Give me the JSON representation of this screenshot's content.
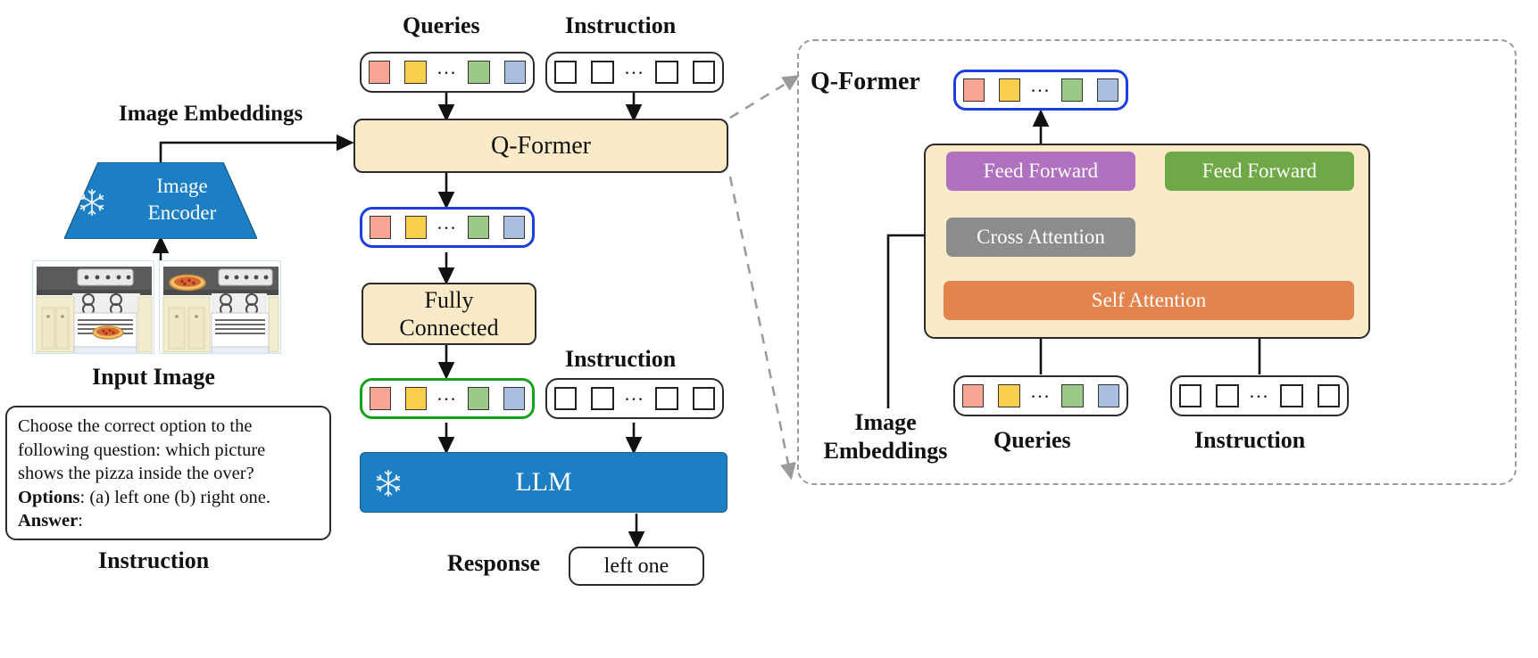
{
  "diagram": {
    "title": "InstructBLIP-style vision-language architecture",
    "colors": {
      "token_red": "#f7a693",
      "token_yellow": "#f8ce4e",
      "token_green": "#9cc888",
      "token_blue": "#a8bfdf",
      "panel_cream": "#fbeac7",
      "llm_blue": "#1c7fc4",
      "encoder_blue": "#1c7fc4",
      "feed_forward_purple": "#b072c0",
      "cross_attention_gray": "#8c8c8c",
      "self_attention_orange": "#e3844f",
      "feed_forward_green": "#6fa846",
      "highlight_blue_border": "#1c3fe0",
      "highlight_green_border": "#16a21a",
      "callout_dash": "#9a9a9a"
    },
    "left_column": {
      "image_embeddings_label": "Image Embeddings",
      "encoder_label_line1": "Image",
      "encoder_label_line2": "Encoder",
      "encoder_frozen_icon": "snowflake-icon",
      "input_image_label": "Input Image",
      "thumbnails": [
        {
          "name": "stove-with-pizza-inside-oven",
          "alt": "kitchen stove with pizza on rack inside the oven"
        },
        {
          "name": "stove-with-pizza-on-top",
          "alt": "kitchen stove with pizza on the cooktop surface"
        }
      ],
      "instruction_label": "Instruction",
      "instruction_text": {
        "line1": "Choose the correct option to the",
        "line2": "following question: which picture",
        "line3": "shows the pizza inside the over?",
        "options_key": "Options",
        "options_value": ": (a) left one (b) right one.",
        "answer_key": "Answer",
        "answer_value": ":"
      }
    },
    "center_column": {
      "queries_label": "Queries",
      "instruction_label_top": "Instruction",
      "qformer_label": "Q-Former",
      "fully_connected_line1": "Fully",
      "fully_connected_line2": "Connected",
      "instruction_label_bottom": "Instruction",
      "llm_label": "LLM",
      "llm_frozen_icon": "snowflake-icon",
      "response_label": "Response",
      "response_value": "left one"
    },
    "right_panel": {
      "title": "Q-Former",
      "output_tokens_name": "query-output-tokens",
      "blocks": {
        "feed_forward_left": "Feed Forward",
        "feed_forward_right": "Feed Forward",
        "cross_attention": "Cross Attention",
        "self_attention": "Self Attention"
      },
      "image_embeddings_label_line1": "Image",
      "image_embeddings_label_line2": "Embeddings",
      "queries_label": "Queries",
      "instruction_label": "Instruction"
    },
    "token_sequence": [
      "red",
      "yellow",
      "ellipsis",
      "green",
      "blue"
    ],
    "instruction_token_sequence": [
      "empty",
      "empty",
      "ellipsis",
      "empty",
      "empty"
    ],
    "ellipsis_glyph": "..."
  }
}
